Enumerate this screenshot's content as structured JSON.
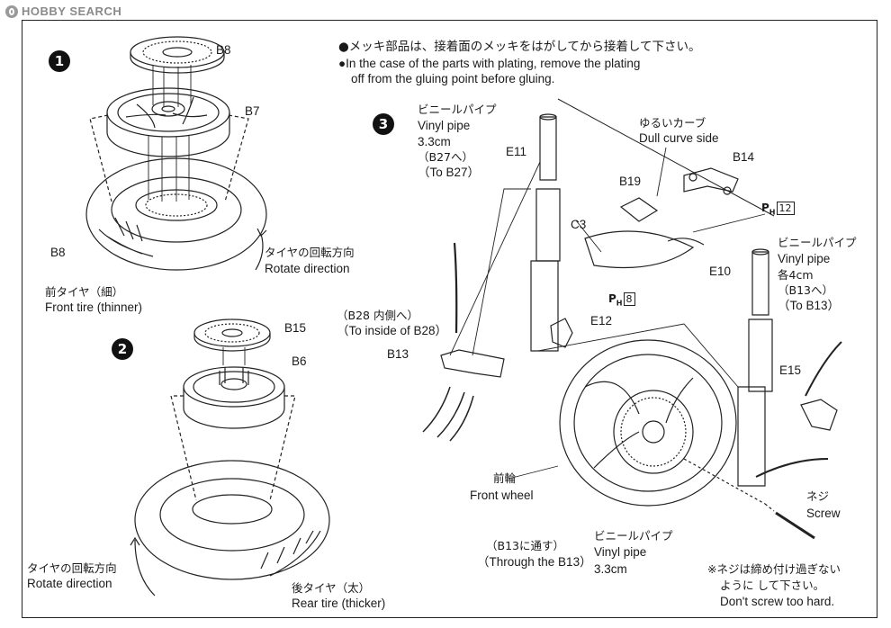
{
  "watermark": "HOBBY SEARCH",
  "notes": {
    "jp": "●メッキ部品は、接着面のメッキをはがしてから接着して下さい。",
    "en1": "●In the case of the parts with plating, remove the plating",
    "en2": "off from the gluing point before gluing."
  },
  "steps": {
    "one": "1",
    "two": "2",
    "three": "3"
  },
  "step1": {
    "b8_top": "B8",
    "b7": "B7",
    "b8_bottom": "B8",
    "rot_jp": "タイヤの回転方向",
    "rot_en": "Rotate direction",
    "tire_jp": "前タイヤ（細）",
    "tire_en": "Front tire (thinner)"
  },
  "step2": {
    "b15": "B15",
    "b6": "B6",
    "rot_jp": "タイヤの回転方向",
    "rot_en": "Rotate direction",
    "tire_jp": "後タイヤ（太）",
    "tire_en": "Rear tire (thicker)"
  },
  "step3": {
    "vinyl1_jp": "ビニールパイプ",
    "vinyl1_en": "Vinyl pipe",
    "vinyl1_len": "3.3cm",
    "vinyl1_to_jp": "（B27へ）",
    "vinyl1_to_en": "（To B27）",
    "e11": "E11",
    "curve_jp": "ゆるいカーブ",
    "curve_en": "Dull curve side",
    "b19": "B19",
    "b14": "B14",
    "c3": "C3",
    "ph12_num": "12",
    "vinyl2_jp": "ビニールパイプ",
    "vinyl2_en": "Vinyl pipe",
    "vinyl2_len": "各4cm",
    "vinyl2_to_jp": "（B13へ）",
    "vinyl2_to_en": "（To B13）",
    "e10": "E10",
    "ph8_num": "8",
    "b28_jp": "（B28 内側へ）",
    "b28_en": "（To inside of B28）",
    "e12": "E12",
    "b13": "B13",
    "e15": "E15",
    "fw_jp": "前輪",
    "fw_en": "Front wheel",
    "screw_jp": "ネジ",
    "screw_en": "Screw",
    "vinyl3_jp": "ビニールパイプ",
    "vinyl3_en": "Vinyl pipe",
    "vinyl3_len": "3.3cm",
    "through_jp": "（B13に通す）",
    "through_en": "（Through the B13）",
    "caution_jp1": "※ネジは締め付け過ぎない",
    "caution_jp2": "ように して下さい。",
    "caution_en": "Don't screw too hard."
  },
  "icons": [
    "watermark-logo-icon",
    "plating-icon"
  ]
}
